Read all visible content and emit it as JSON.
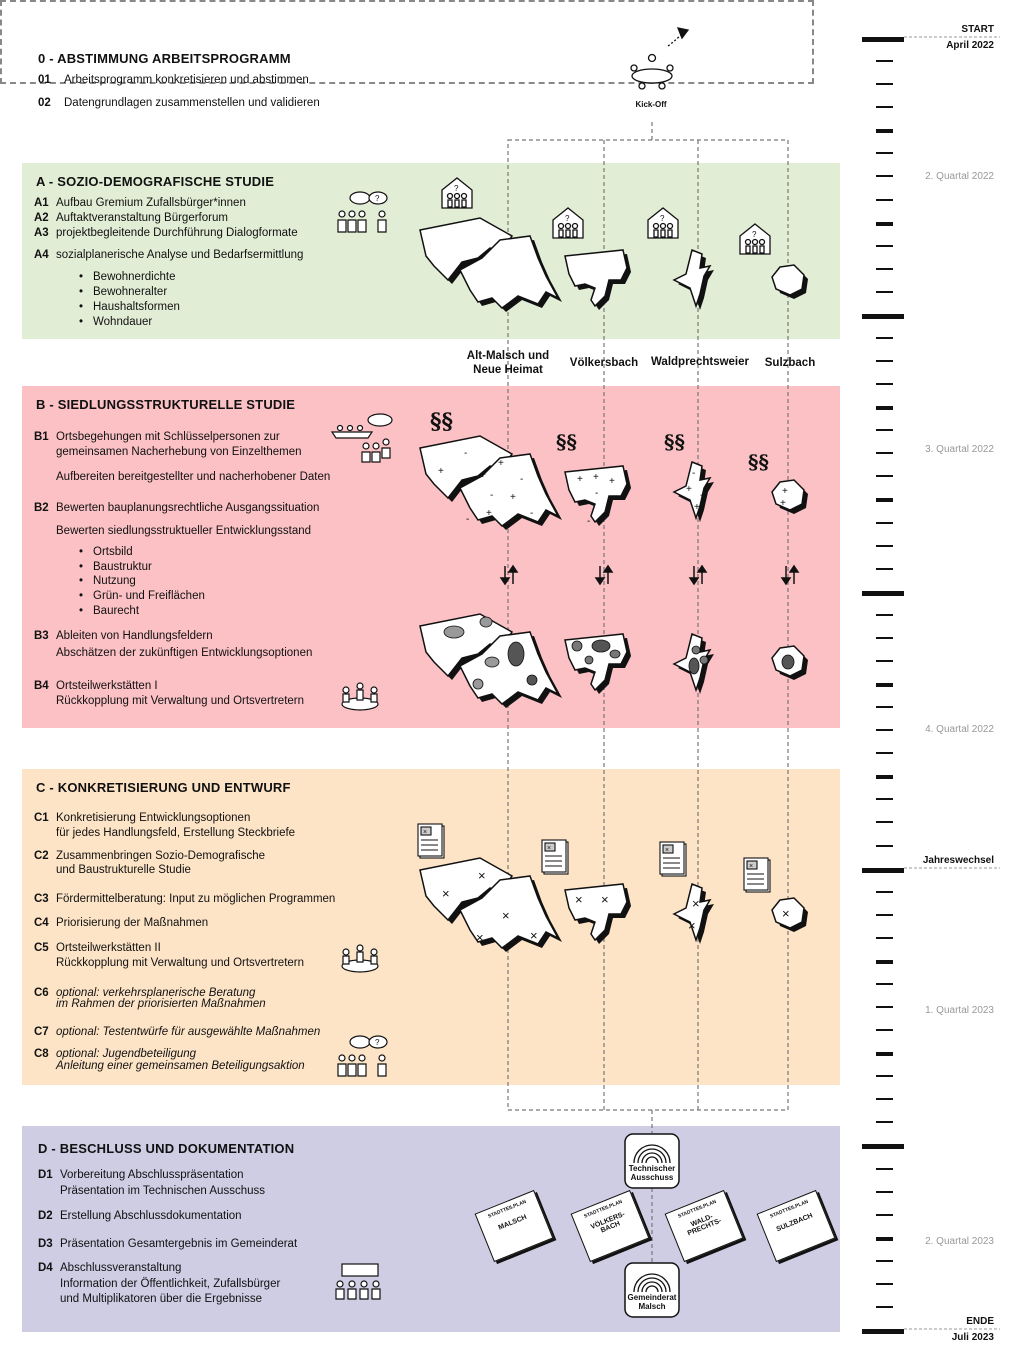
{
  "section0": {
    "title": "0 - ABSTIMMUNG ARBEITSPROGRAMM",
    "items": [
      {
        "code": "01",
        "text": "Arbeitsprogramm konkretisieren und abstimmen"
      },
      {
        "code": "02",
        "text": "Datengrundlagen zusammenstellen und validieren"
      }
    ],
    "kickoff": "Kick-Off"
  },
  "sectionA": {
    "title": "A - SOZIO-DEMOGRAFISCHE STUDIE",
    "items": [
      {
        "code": "A1",
        "text": "Aufbau Gremium Zufallsbürger*innen"
      },
      {
        "code": "A2",
        "text": "Auftaktveranstaltung Bürgerforum"
      },
      {
        "code": "A3",
        "text": "projektbegleitende Durchführung Dialogformate"
      },
      {
        "code": "A4",
        "text": "sozialplanerische Analyse und Bedarfsermittlung"
      }
    ],
    "bullets": [
      "Bewohnerdichte",
      "Bewohneralter",
      "Haushaltsformen",
      "Wohndauer"
    ]
  },
  "districts": {
    "alt_malsch_1": "Alt-Malsch und",
    "alt_malsch_2": "Neue Heimat",
    "voelkersbach": "Völkersbach",
    "waldprechtsweier": "Waldprechtsweier",
    "sulzbach": "Sulzbach"
  },
  "sectionB": {
    "title": "B - SIEDLUNGSSTRUKTURELLE STUDIE",
    "b1_code": "B1",
    "b1_line1": "Ortsbegehungen mit Schlüsselpersonen zur",
    "b1_line2": "gemeinsamen Nacherhebung von Einzelthemen",
    "b1_line3": "Aufbereiten bereitgestellter und nacherhobener Daten",
    "b2_code": "B2",
    "b2_line1": "Bewerten bauplanungsrechtliche Ausgangssituation",
    "b2_line2": "Bewerten siedlungsstruktueller Entwicklungsstand",
    "bullets": [
      "Ortsbild",
      "Baustruktur",
      "Nutzung",
      "Grün- und Freiflächen",
      "Baurecht"
    ],
    "b3_code": "B3",
    "b3_line1": "Ableiten von Handlungsfeldern",
    "b3_line2": "Abschätzen der zukünftigen Entwicklungsoptionen",
    "b4_code": "B4",
    "b4_line1": "Ortsteilwerkstätten I",
    "b4_line2": "Rückkopplung mit Verwaltung und Ortsvertretern",
    "paragraph": "§§"
  },
  "sectionC": {
    "title": "C - KONKRETISIERUNG UND ENTWURF",
    "c1_code": "C1",
    "c1_line1": "Konkretisierung Entwicklungsoptionen",
    "c1_line2": "für jedes Handlungsfeld, Erstellung Steckbriefe",
    "c2_code": "C2",
    "c2_line1": "Zusammenbringen Sozio-Demografische",
    "c2_line2": "und Baustrukturelle Studie",
    "c3_code": "C3",
    "c3_line1": "Fördermittelberatung: Input zu möglichen Programmen",
    "c4_code": "C4",
    "c4_line1": "Priorisierung der Maßnahmen",
    "c5_code": "C5",
    "c5_line1": "Ortsteilwerkstätten II",
    "c5_line2": "Rückkopplung mit Verwaltung und Ortsvertretern",
    "c6_code": "C6",
    "c6_line1": "optional: verkehrsplanerische Beratung",
    "c6_line2": "im Rahmen der priorisierten Maßnahmen",
    "c7_code": "C7",
    "c7_line1": "optional: Testentwürfe für ausgewählte Maßnahmen",
    "c8_code": "C8",
    "c8_line1": "optional: Jugendbeteiligung",
    "c8_line2": "Anleitung einer gemeinsamen Beteiligungsaktion"
  },
  "sectionD": {
    "title": "D - BESCHLUSS UND DOKUMENTATION",
    "d1_code": "D1",
    "d1_line1": "Vorbereitung Abschlusspräsentation",
    "d1_line2": "Präsentation im Technischen Ausschuss",
    "d2_code": "D2",
    "d2_line1": "Erstellung Abschlussdokumentation",
    "d3_code": "D3",
    "d3_line1": "Präsentation Gesamtergebnis im Gemeinderat",
    "d4_code": "D4",
    "d4_line1": "Abschlussveranstaltung",
    "d4_line2": "Information der Öffentlichkeit, Zufallsbürger",
    "d4_line3": "und Multiplikatoren über die Ergebnisse",
    "tech_1": "Technischer",
    "tech_2": "Ausschuss",
    "rat_1": "Gemeinderat",
    "rat_2": "Malsch",
    "docs": [
      {
        "name": "MALSCH",
        "line2": ""
      },
      {
        "name": "VÖLKERS-",
        "line2": "BACH"
      },
      {
        "name": "WALD-",
        "line2": "PRECHTS-"
      },
      {
        "name": "SULZBACH",
        "line2": ""
      }
    ],
    "doc_header": "STADTTEILPLAN"
  },
  "timeline": {
    "start": "START",
    "start_date": "April 2022",
    "q2_2022": "2. Quartal 2022",
    "q3_2022": "3. Quartal 2022",
    "q4_2022": "4. Quartal 2022",
    "jahreswechsel": "Jahreswechsel",
    "q1_2023": "1. Quartal 2023",
    "q2_2023": "2. Quartal 2023",
    "ende": "ENDE",
    "end_date": "Juli 2023"
  },
  "colors": {
    "sectionA": "#e2edd6",
    "sectionB": "#fbc1c5",
    "sectionC": "#fde4c7",
    "sectionD": "#cfcde4"
  }
}
